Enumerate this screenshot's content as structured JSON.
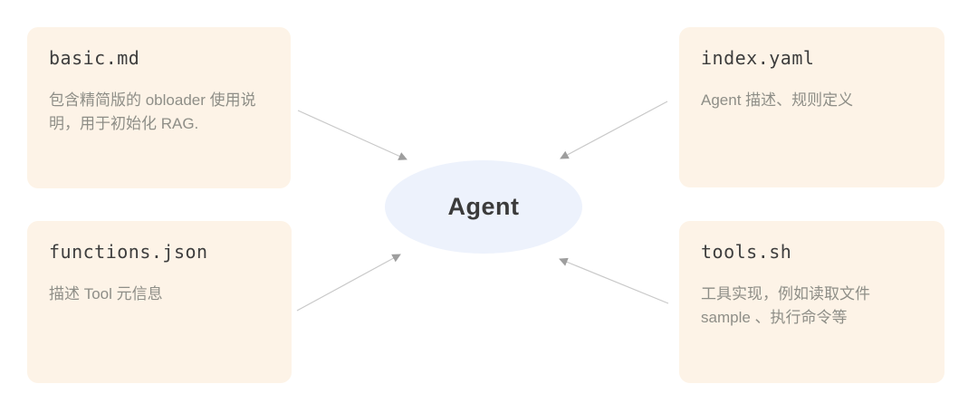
{
  "diagram": {
    "center": {
      "label": "Agent"
    },
    "nodes": [
      {
        "id": "basic-md",
        "title": "basic.md",
        "description": "包含精简版的 obloader 使用说明，用于初始化 RAG."
      },
      {
        "id": "index-yaml",
        "title": "index.yaml",
        "description": "Agent 描述、规则定义"
      },
      {
        "id": "functions-json",
        "title": "functions.json",
        "description": "描述 Tool 元信息"
      },
      {
        "id": "tools-sh",
        "title": "tools.sh",
        "description": "工具实现，例如读取文件 sample 、执行命令等"
      }
    ],
    "colors": {
      "card_background": "#fdf3e7",
      "ellipse_background": "#edf2fc",
      "title_text": "#3d3d3d",
      "description_text": "#8e8e87",
      "agent_text": "#3b3b3b",
      "arrow_line": "#c9c9c9",
      "arrow_head": "#9e9e9e"
    }
  }
}
